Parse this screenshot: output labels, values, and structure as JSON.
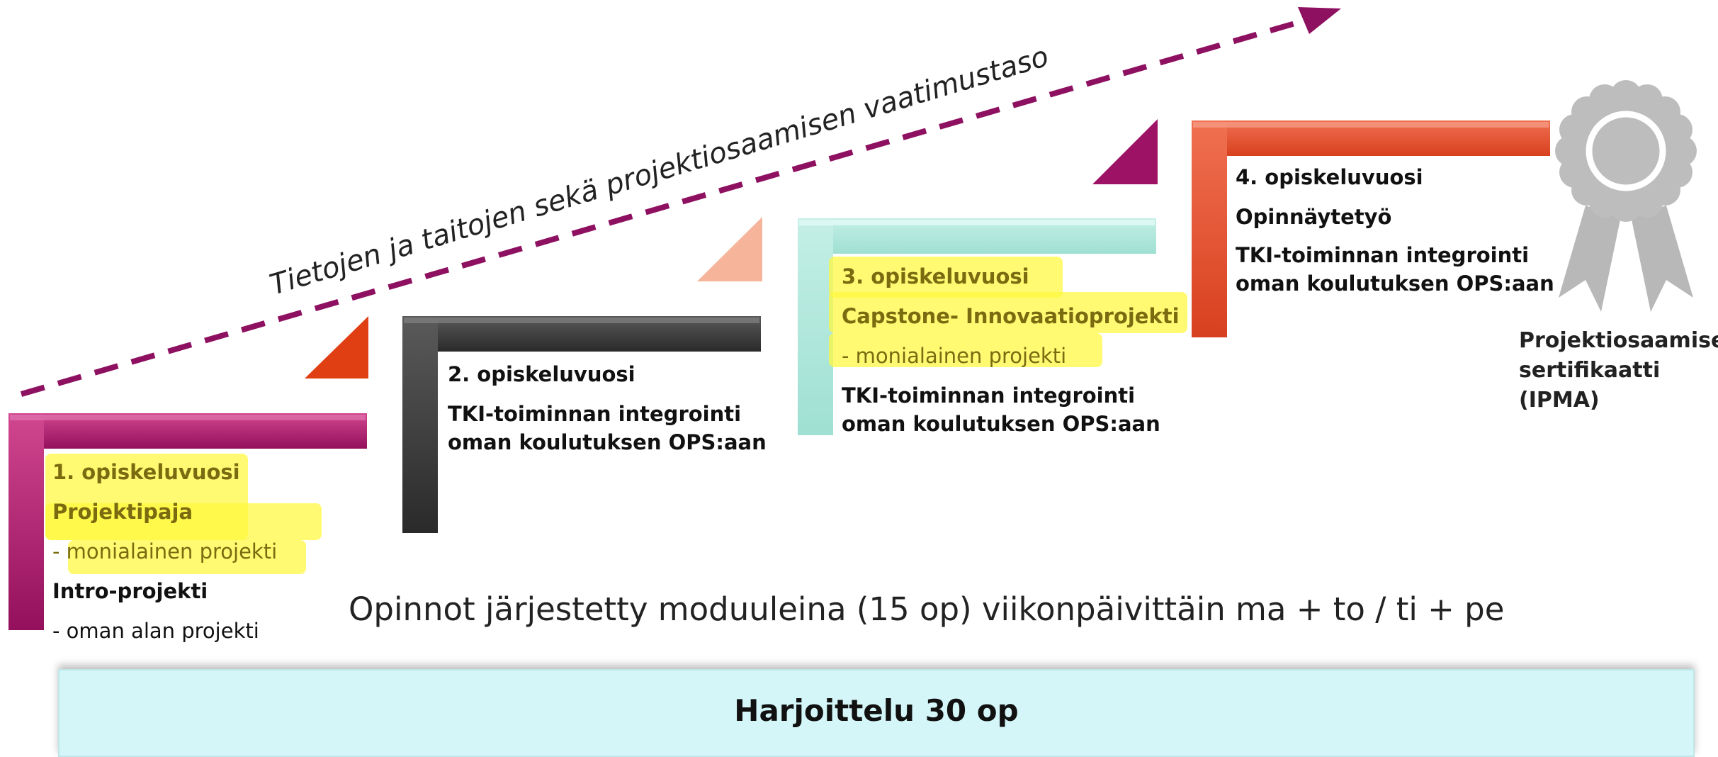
{
  "arrow_label": "Tietojen ja taitojen sekä projektiosaamisen vaatimustaso",
  "colors": {
    "step1": "#b0196f",
    "step2": "#3a3a3a",
    "step3": "#a8e6d8",
    "step4": "#e5533a",
    "arrow": "#8e1060",
    "highlight": "#fff83c",
    "banner": "#d4f6f8",
    "badge": "#bdbdbd"
  },
  "steps": [
    {
      "year": "1. opiskeluvuosi",
      "title": "Projektipaja",
      "lines": [
        "- monialainen projekti",
        "Intro-projekti",
        "- oman alan projekti"
      ]
    },
    {
      "year": "2. opiskeluvuosi",
      "lines": [
        "TKI-toiminnan integrointi",
        "oman koulutuksen OPS:aan"
      ]
    },
    {
      "year": "3. opiskeluvuosi",
      "title": "Capstone- Innovaatioprojekti",
      "lines": [
        "- monialainen projekti",
        "TKI-toiminnan integrointi",
        "oman koulutuksen OPS:aan"
      ]
    },
    {
      "year": "4. opiskeluvuosi",
      "title": "Opinnäytetyö",
      "lines": [
        "TKI-toiminnan integrointi",
        "oman koulutuksen OPS:aan"
      ]
    }
  ],
  "certificate": {
    "line1": "Projektiosaamisen",
    "line2": "sertifikaatti (IPMA)"
  },
  "modules_text": "Opinnot järjestetty moduuleina (15 op) viikonpäivittäin ma + to / ti + pe",
  "banner_text": "Harjoittelu 30 op"
}
